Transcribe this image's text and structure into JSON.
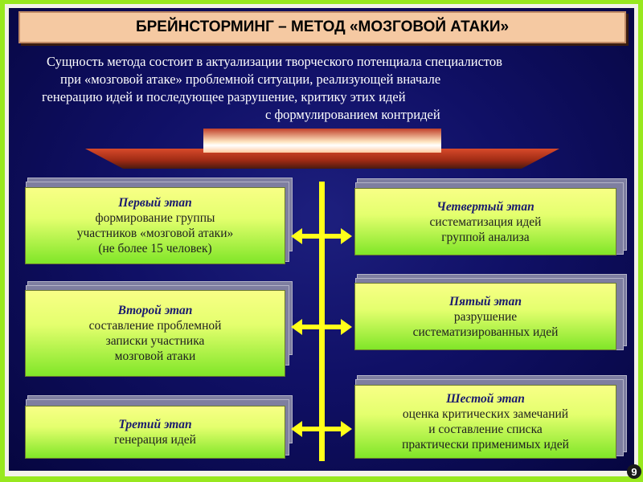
{
  "title": "БРЕЙНСТОРМИНГ – МЕТОД «МОЗГОВОЙ АТАКИ»",
  "intro": [
    "Сущность метода состоит в актуализации творческого потенциала специалистов",
    "при «мозговой атаке» проблемной ситуации, реализующей вначале",
    "генерацию идей и последующее разрушение, критику этих идей",
    "с формулированием контридей"
  ],
  "left_stages": [
    {
      "name": "Первый этап",
      "lines": [
        "формирование группы",
        "участников «мозговой атаки»",
        "(не более 15 человек)"
      ]
    },
    {
      "name": "Второй этап",
      "lines": [
        "составление проблемной",
        "записки участника",
        "мозговой атаки"
      ]
    },
    {
      "name": "Третий этап",
      "lines": [
        "генерация идей"
      ]
    }
  ],
  "right_stages": [
    {
      "name": "Четвертый этап",
      "lines": [
        "систематизация идей",
        "группой анализа"
      ]
    },
    {
      "name": "Пятый этап",
      "lines": [
        "разрушение",
        "систематизированных идей"
      ]
    },
    {
      "name": "Шестой этап",
      "lines": [
        "оценка критических замечаний",
        "и составление списка",
        "практически применимых идей"
      ]
    }
  ],
  "page_number": "9",
  "colors": {
    "accent_yellow": "#ffff1a",
    "title_bg": "#f5c9a2",
    "frame_green": "#98e81e"
  }
}
